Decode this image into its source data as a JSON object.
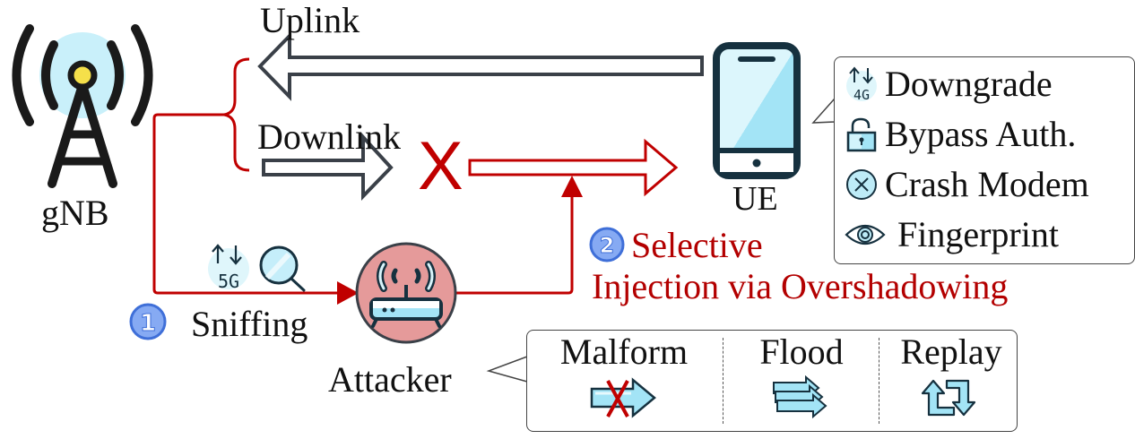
{
  "nodes": {
    "gnb": {
      "label": "gNB",
      "icon": "cell-tower-icon"
    },
    "ue": {
      "label": "UE",
      "icon": "smartphone-icon"
    },
    "attacker": {
      "label": "Attacker",
      "icon": "rogue-router-icon"
    }
  },
  "links": {
    "uplink": "Uplink",
    "downlink": "Downlink",
    "blocked_marker": "X"
  },
  "steps": [
    {
      "number": "1",
      "label": "Sniffing",
      "icons": [
        "5g-updown-icon",
        "magnifier-icon"
      ],
      "icon_text": "5G"
    },
    {
      "number": "2",
      "label_line1": "Selective",
      "label_line2": "Injection via Overshadowing"
    }
  ],
  "ue_effects": {
    "items": [
      {
        "label": "Downgrade",
        "icon": "4g-downgrade-icon",
        "icon_text": "4G"
      },
      {
        "label": "Bypass Auth.",
        "icon": "open-lock-icon"
      },
      {
        "label": "Crash Modem",
        "icon": "x-circle-icon"
      },
      {
        "label": "Fingerprint",
        "icon": "eye-icon"
      }
    ]
  },
  "attack_types": {
    "items": [
      {
        "label": "Malform",
        "icon": "crossed-arrow-icon"
      },
      {
        "label": "Flood",
        "icon": "stacked-arrows-icon"
      },
      {
        "label": "Replay",
        "icon": "replay-arrows-icon"
      }
    ]
  },
  "colors": {
    "attack_red": "#c00000",
    "text_red": "#a50000",
    "arrow_outline": "#3a4048",
    "icon_dark": "#16313f",
    "icon_fill_light": "#a8e6f7",
    "badge_blue": "#6e9cf0",
    "attacker_fill": "#e59a9a"
  }
}
